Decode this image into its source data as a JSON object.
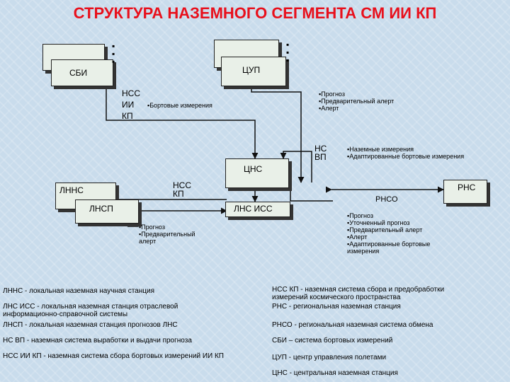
{
  "title": "СТРУКТУРА НАЗЕМНОГО СЕГМЕНТА  СМ ИИ КП",
  "nodes": {
    "sbi": "СБИ",
    "tsup": "ЦУП",
    "nss_ii_kp": "НСС\nИИ\nКП",
    "tsns": "ЦНС",
    "ns_vp": "НС\nВП",
    "lnns": "ЛННС",
    "lnsp": "ЛНСП",
    "nss_kp": "НСС\nКП",
    "lns_iss": "ЛНС ИСС",
    "rns": "РНС",
    "rnso": "РНСО"
  },
  "notes": {
    "board": [
      "▪Бортовые измерения"
    ],
    "tsup_out": [
      "▪Прогноз",
      "▪Предварительный алерт",
      "▪Алерт"
    ],
    "nsvp_in": [
      "▪Наземные измерения",
      "▪Адаптированные бортовые измерения"
    ],
    "lnsp_out": [
      "▪Прогноз",
      "▪Предварительный",
      "алерт"
    ],
    "rns_out": [
      "▪Прогноз",
      "▪Уточненный прогноз",
      "▪Предварительный алерт",
      "▪Алерт",
      "▪Адаптированные бортовые",
      "измерения"
    ]
  },
  "legend_left": [
    "ЛННС - локальная наземная научная станция",
    "ЛНС ИСС - локальная наземная станция отраслевой\nинформационно-справочной системы",
    "ЛНСП - локальная наземная станция прогнозов ЛНС",
    "НС ВП - наземная система выработки и выдачи прогноза",
    "НСС ИИ КП - наземная система сбора бортовых измерений ИИ КП"
  ],
  "legend_right": [
    "НСС КП - наземная система сбора и предобработки\nизмерений космического пространства",
    "РНС - региональная наземная станция",
    "РНСО - региональная наземная система обмена",
    "СБИ – система бортовых измерений",
    "ЦУП - центр управления полетами",
    "ЦНС - центральная наземная станция"
  ]
}
